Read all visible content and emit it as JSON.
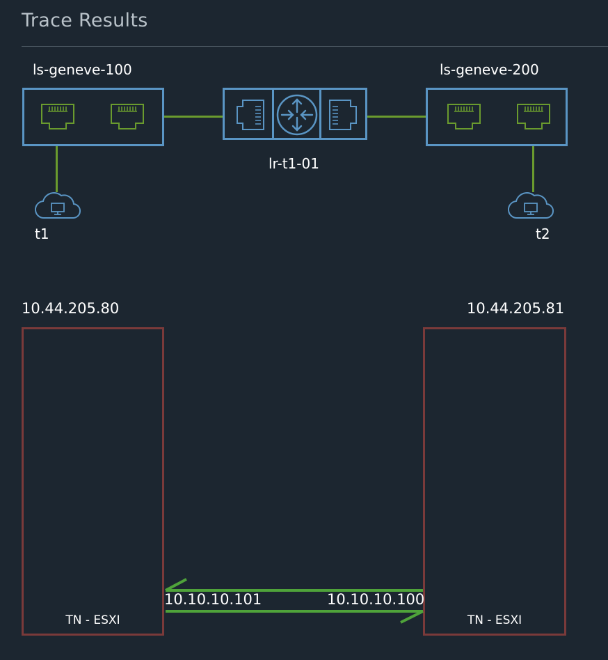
{
  "header": {
    "title": "Trace Results"
  },
  "topology": {
    "switch_left": {
      "label": "ls-geneve-100"
    },
    "switch_right": {
      "label": "ls-geneve-200"
    },
    "router": {
      "label": "lr-t1-01"
    },
    "vm_left": {
      "label": "t1"
    },
    "vm_right": {
      "label": "t2"
    }
  },
  "physical": {
    "host_left": {
      "ip": "10.44.205.80",
      "type": "TN - ESXI"
    },
    "host_right": {
      "ip": "10.44.205.81",
      "type": "TN - ESXI"
    },
    "tunnel": {
      "left_ip": "10.10.10.101",
      "right_ip": "10.10.10.100"
    }
  },
  "colors": {
    "background": "#1c2630",
    "switch_border": "#5a95c4",
    "link_green": "#6a9b2e",
    "host_border": "#7a3a3a",
    "tunnel_green": "#4fa33a"
  },
  "icons": {
    "port": "ethernet-port-icon",
    "router": "router-icon",
    "vm": "cloud-vm-icon"
  }
}
